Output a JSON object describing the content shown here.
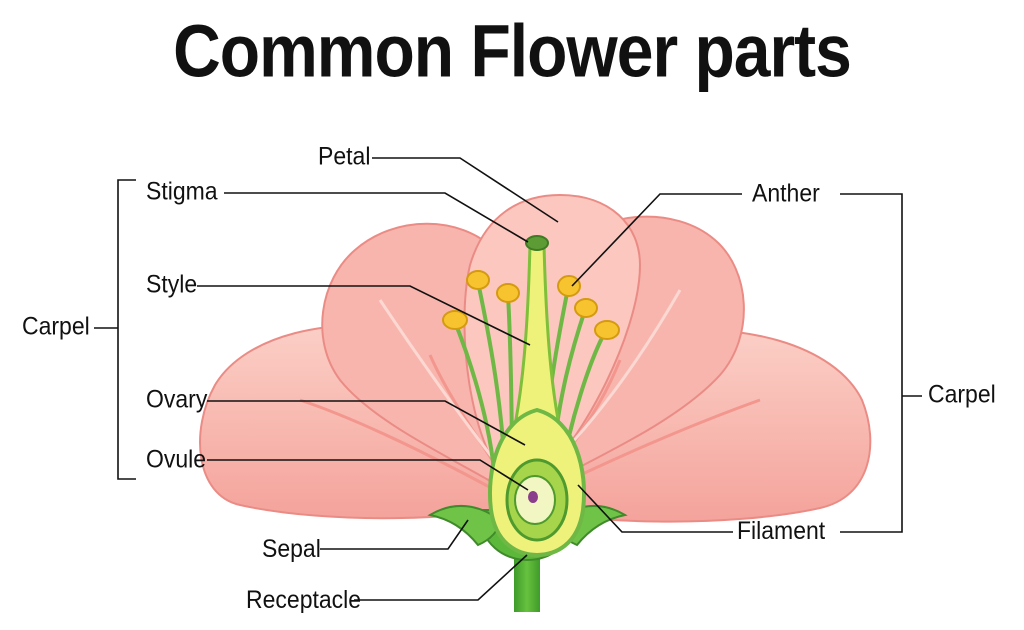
{
  "title": "Common Flower parts",
  "labels": {
    "petal": "Petal",
    "stigma": "Stigma",
    "style": "Style",
    "ovary": "Ovary",
    "ovule": "Ovule",
    "sepal": "Sepal",
    "receptacle": "Receptacle",
    "anther": "Anther",
    "filament": "Filament",
    "carpel_left": "Carpel",
    "carpel_right": "Carpel"
  },
  "colors": {
    "petal_base": "#f6a8a0",
    "petal_light": "#fbd0c8",
    "petal_edge": "#ea8c85",
    "stem_green": "#5cb83a",
    "pistil_yellow": "#eef27a",
    "anther_yellow": "#f7c42f",
    "ovule_purple": "#8a3d8a",
    "line": "#111111"
  }
}
